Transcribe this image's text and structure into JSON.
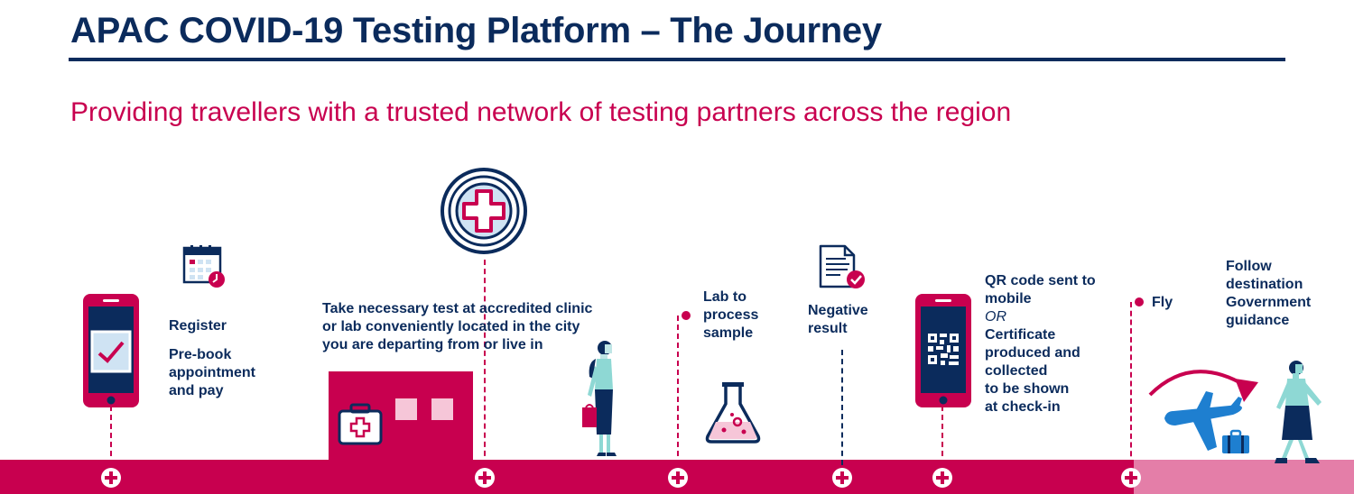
{
  "header": {
    "title": "APAC COVID-19 Testing Platform – The Journey",
    "subtitle": "Providing travellers with a trusted network of testing partners across the region"
  },
  "steps": {
    "register": {
      "title": "Register",
      "detail": [
        "Pre-book",
        "appointment",
        "and pay"
      ]
    },
    "test": {
      "text": [
        "Take necessary test at accredited clinic",
        "or lab conveniently located in the city",
        "you are departing from or live in"
      ]
    },
    "lab": {
      "text": [
        "Lab to",
        "process",
        "sample"
      ]
    },
    "result": {
      "text": [
        "Negative",
        "result"
      ]
    },
    "qr": {
      "line1": "QR code sent to",
      "line2": "mobile",
      "or": "OR",
      "rest": [
        "Certificate",
        "produced and",
        "collected",
        "to be shown",
        "at check-in"
      ]
    },
    "fly": {
      "text": "Fly"
    },
    "follow": {
      "text": [
        "Follow",
        "destination",
        "Government",
        "guidance"
      ]
    }
  },
  "icons": [
    "phone-check-icon",
    "calendar-clock-icon",
    "medical-cross-badge-icon",
    "clinic-building-icon",
    "traveller-woman-icon",
    "flask-icon",
    "document-check-icon",
    "phone-qr-icon",
    "airplane-icon",
    "suitcase-icon",
    "walking-woman-icon"
  ],
  "colors": {
    "navy": "#0b2b5c",
    "magenta": "#c8004f",
    "light_pink": "#e47ea8",
    "pale_pink": "#f6c6d8",
    "light_blue": "#cfe3f3"
  }
}
